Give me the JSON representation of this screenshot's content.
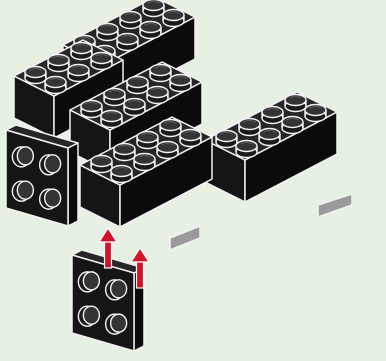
{
  "scene": {
    "kind": "building-instruction-step",
    "background_color": "#e6f1e4",
    "brick_colors": {
      "top": "#262626",
      "left": "#151515",
      "right": "#0b0b0b",
      "edge": "#f2f2f2"
    },
    "stud_colors": {
      "body": "#1a1a1a",
      "cap": "#343434",
      "edge": "#f2f2f2"
    },
    "arrow_color": "#d2142a",
    "arrow_count": 2
  },
  "parts": [
    {
      "name": "back-brick-2x4",
      "icon": "brick-icon",
      "studs": [
        2,
        4
      ]
    },
    {
      "name": "left-brick-2x3",
      "icon": "brick-icon",
      "studs": [
        2,
        3
      ]
    },
    {
      "name": "center-brick-2x4",
      "icon": "brick-icon",
      "studs": [
        2,
        4
      ]
    },
    {
      "name": "front-left-brick-2x4",
      "icon": "brick-icon",
      "studs": [
        2,
        4
      ]
    },
    {
      "name": "right-brick-2x4",
      "icon": "brick-icon",
      "studs": [
        2,
        4
      ]
    },
    {
      "name": "side-bracket-mounted",
      "icon": "bracket-icon",
      "studs": [
        2,
        2
      ]
    },
    {
      "name": "side-bracket-new",
      "icon": "bracket-icon",
      "studs": [
        2,
        2
      ]
    }
  ]
}
